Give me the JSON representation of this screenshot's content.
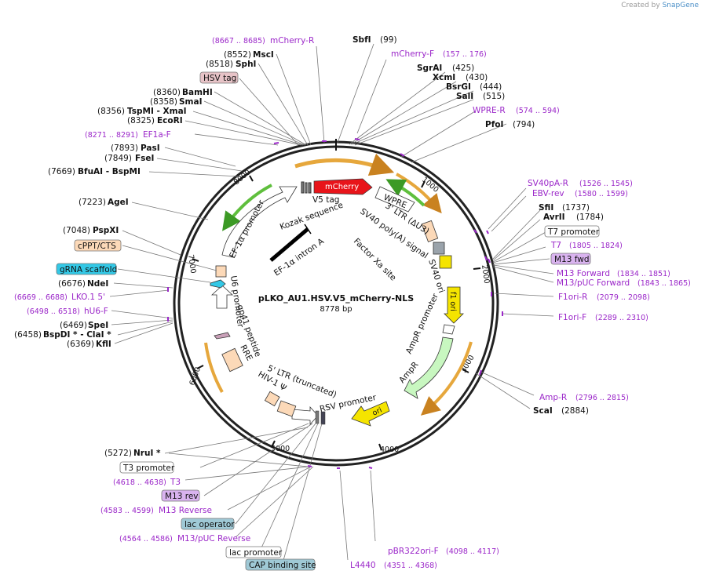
{
  "credit": {
    "created_by": "Created by",
    "brand": "SnapGene"
  },
  "plasmid": {
    "name": "pLKO_AU1.HSV.V5_mCherry-NLS",
    "size": "8778 bp"
  },
  "ticks": [
    "1000",
    "2000",
    "3000",
    "4000",
    "5000",
    "6000",
    "7000",
    "8000"
  ],
  "enzymes": [
    {
      "name": "SbfI",
      "pos": "(99)"
    },
    {
      "name": "SgrAI",
      "pos": "(425)"
    },
    {
      "name": "XcmI",
      "pos": "(430)"
    },
    {
      "name": "BsrGI",
      "pos": "(444)"
    },
    {
      "name": "SalI",
      "pos": "(515)"
    },
    {
      "name": "PfoI",
      "pos": "(794)"
    },
    {
      "name": "SfiI",
      "pos": "(1737)"
    },
    {
      "name": "AvrII",
      "pos": "(1784)"
    },
    {
      "name": "ScaI",
      "pos": "(2884)"
    },
    {
      "name": "NruI *",
      "pos": "(5272)"
    },
    {
      "name": "KflI",
      "pos": "(6369)"
    },
    {
      "name": "BspDI * - ClaI *",
      "pos": "(6458)"
    },
    {
      "name": "SpeI",
      "pos": "(6469)"
    },
    {
      "name": "NdeI",
      "pos": "(6676)"
    },
    {
      "name": "PspXI",
      "pos": "(7048)"
    },
    {
      "name": "AgeI",
      "pos": "(7223)"
    },
    {
      "name": "BfuAI - BspMI",
      "pos": "(7669)"
    },
    {
      "name": "FseI",
      "pos": "(7849)"
    },
    {
      "name": "PasI",
      "pos": "(7893)"
    },
    {
      "name": "EcoRI",
      "pos": "(8325)"
    },
    {
      "name": "TspMI - XmaI",
      "pos": "(8356)"
    },
    {
      "name": "SmaI",
      "pos": "(8358)"
    },
    {
      "name": "BamHI",
      "pos": "(8360)"
    },
    {
      "name": "SphI",
      "pos": "(8518)"
    },
    {
      "name": "MscI",
      "pos": "(8552)"
    }
  ],
  "primers": [
    {
      "name": "mCherry-R",
      "pos": "(8667 .. 8685)"
    },
    {
      "name": "mCherry-F",
      "pos": "(157 .. 176)"
    },
    {
      "name": "WPRE-R",
      "pos": "(574 .. 594)"
    },
    {
      "name": "SV40pA-R",
      "pos": "(1526 .. 1545)"
    },
    {
      "name": "EBV-rev",
      "pos": "(1580 .. 1599)"
    },
    {
      "name": "T7",
      "pos": "(1805 .. 1824)"
    },
    {
      "name": "M13 Forward",
      "pos": "(1834 .. 1851)"
    },
    {
      "name": "M13/pUC Forward",
      "pos": "(1843 .. 1865)"
    },
    {
      "name": "F1ori-R",
      "pos": "(2079 .. 2098)"
    },
    {
      "name": "F1ori-F",
      "pos": "(2289 .. 2310)"
    },
    {
      "name": "Amp-R",
      "pos": "(2796 .. 2815)"
    },
    {
      "name": "pBR322ori-F",
      "pos": "(4098 .. 4117)"
    },
    {
      "name": "L4440",
      "pos": "(4351 .. 4368)"
    },
    {
      "name": "M13/pUC Reverse",
      "pos": "(4564 .. 4586)"
    },
    {
      "name": "M13 Reverse",
      "pos": "(4583 .. 4599)"
    },
    {
      "name": "T3",
      "pos": "(4618 .. 4638)"
    },
    {
      "name": "hU6-F",
      "pos": "(6498 .. 6518)"
    },
    {
      "name": "LKO.1 5'",
      "pos": "(6669 .. 6688)"
    },
    {
      "name": "EF1a-F",
      "pos": "(8271 .. 8291)"
    }
  ],
  "boxed_features": {
    "hsv_tag": "HSV tag",
    "t7_promoter": "T7 promoter",
    "m13_fwd": "M13 fwd",
    "cppt_cts": "cPPT/CTS",
    "grna_scaffold": "gRNA scaffold",
    "t3_promoter": "T3 promoter",
    "m13_rev": "M13 rev",
    "lac_operator": "lac operator",
    "lac_promoter": "lac promoter",
    "cap_binding_site": "CAP binding site"
  },
  "inner_features": {
    "mcherry": "mCherry",
    "v5_tag": "V5 tag",
    "kozak": "Kozak sequence",
    "ef1a_intron": "EF-1α intron A",
    "ef1a_promoter": "EF-1α promoter",
    "wpre": "WPRE",
    "ltr3": "3' LTR (ΔU3)",
    "sv40_polya": "SV40 poly(A) signal",
    "factor_xa": "Factor Xa site",
    "sv40_ori": "SV40 ori",
    "f1_ori": "f1 ori",
    "ampr_promoter": "AmpR promoter",
    "ampr": "AmpR",
    "ori": "ori",
    "rsv_promoter": "RSV promoter",
    "ltr5": "5' LTR (truncated)",
    "hiv_psi": "HIV-1 Ψ",
    "rre": "RRE",
    "gp41": "gp41 peptide",
    "u6_promoter": "U6 promoter"
  },
  "colors": {
    "primer": "#9b27c9",
    "mcherry": "#e8141a",
    "ori_yellow": "#f5e400",
    "ampr_green": "#c8f7c0",
    "arc_orange": "#e6a73c",
    "arc_green": "#5fbf3d",
    "grna": "#33c8e6",
    "peach": "#fcd9b8",
    "lac_op": "#9fc9d6",
    "m13_box": "#d9b3ef",
    "hsv_box": "#e7c3c7"
  }
}
